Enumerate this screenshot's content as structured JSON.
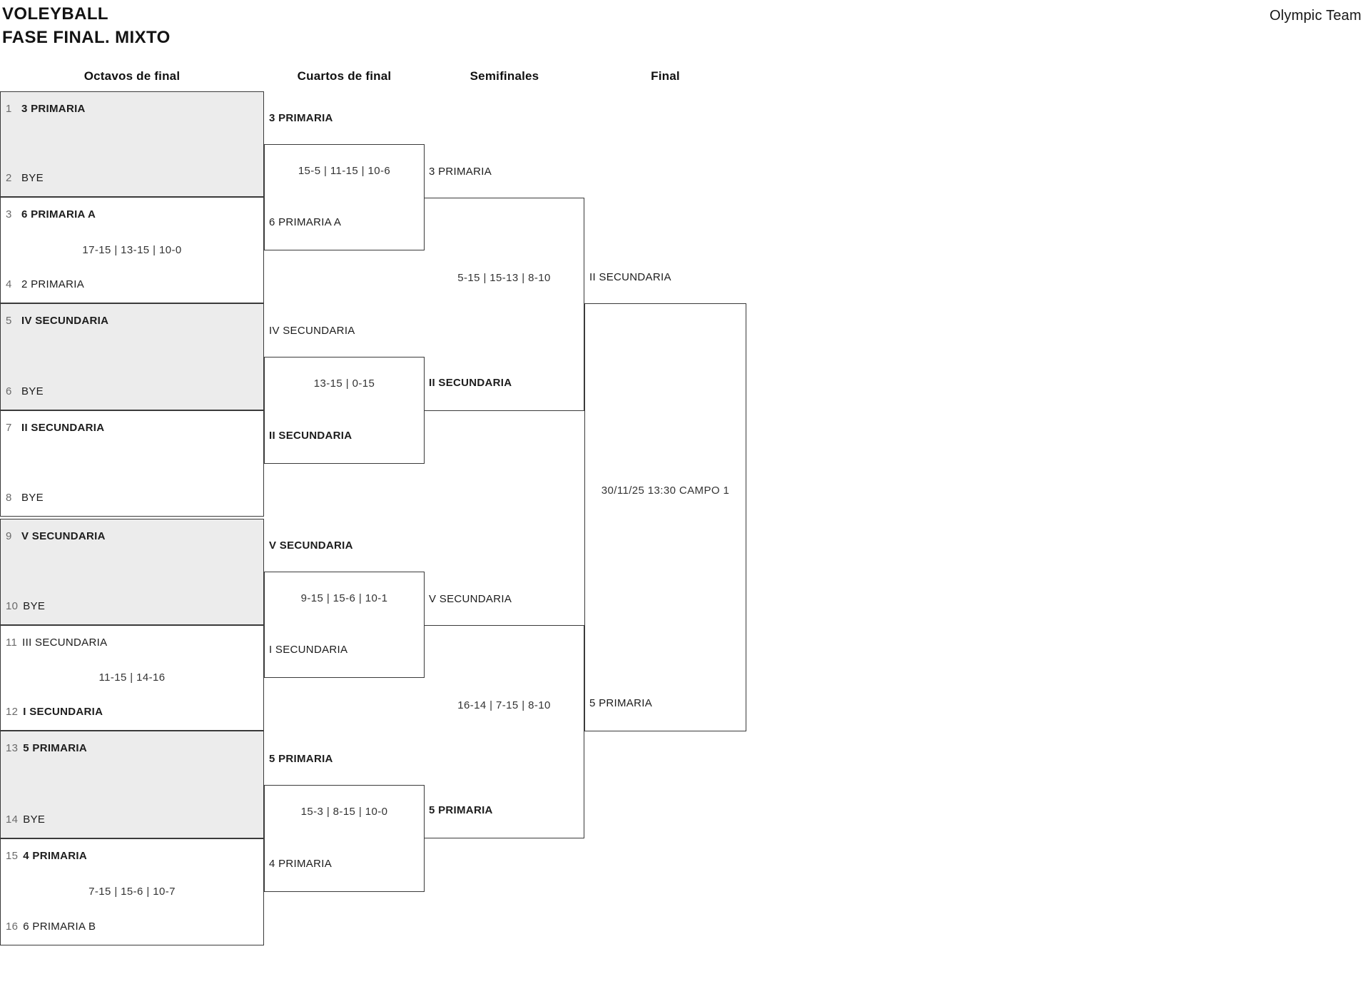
{
  "page": {
    "title_line1": "VOLEYBALL",
    "title_line2": "FASE FINAL. MIXTO",
    "brand": "Olympic Team"
  },
  "round_headers": [
    "Octavos de final",
    "Cuartos de final",
    "Semifinales",
    "Final"
  ],
  "bracket": {
    "r16": [
      {
        "seed_a": "1",
        "team_a": "3 PRIMARIA",
        "a_bold": true,
        "seed_b": "2",
        "team_b": "BYE",
        "b_bold": false,
        "score": ""
      },
      {
        "seed_a": "3",
        "team_a": "6 PRIMARIA A",
        "a_bold": true,
        "seed_b": "4",
        "team_b": "2 PRIMARIA",
        "b_bold": false,
        "score": "17-15 | 13-15 | 10-0"
      },
      {
        "seed_a": "5",
        "team_a": "IV SECUNDARIA",
        "a_bold": true,
        "seed_b": "6",
        "team_b": "BYE",
        "b_bold": false,
        "score": ""
      },
      {
        "seed_a": "7",
        "team_a": "II SECUNDARIA",
        "a_bold": true,
        "seed_b": "8",
        "team_b": "BYE",
        "b_bold": false,
        "score": ""
      },
      {
        "seed_a": "9",
        "team_a": "V SECUNDARIA",
        "a_bold": true,
        "seed_b": "10",
        "team_b": "BYE",
        "b_bold": false,
        "score": ""
      },
      {
        "seed_a": "11",
        "team_a": "III SECUNDARIA",
        "a_bold": false,
        "seed_b": "12",
        "team_b": "I SECUNDARIA",
        "b_bold": true,
        "score": "11-15 | 14-16"
      },
      {
        "seed_a": "13",
        "team_a": "5 PRIMARIA",
        "a_bold": true,
        "seed_b": "14",
        "team_b": "BYE",
        "b_bold": false,
        "score": ""
      },
      {
        "seed_a": "15",
        "team_a": "4 PRIMARIA",
        "a_bold": true,
        "seed_b": "16",
        "team_b": "6 PRIMARIA B",
        "b_bold": false,
        "score": "7-15 | 15-6 | 10-7"
      }
    ],
    "qf": [
      {
        "team_a": "3 PRIMARIA",
        "a_bold": true,
        "team_b": "6 PRIMARIA A",
        "b_bold": false,
        "score": "15-5 | 11-15 | 10-6"
      },
      {
        "team_a": "IV SECUNDARIA",
        "a_bold": false,
        "team_b": "II SECUNDARIA",
        "b_bold": true,
        "score": "13-15 | 0-15"
      },
      {
        "team_a": "V SECUNDARIA",
        "a_bold": true,
        "team_b": "I SECUNDARIA",
        "b_bold": false,
        "score": "9-15 | 15-6 | 10-1"
      },
      {
        "team_a": "5 PRIMARIA",
        "a_bold": true,
        "team_b": "4 PRIMARIA",
        "b_bold": false,
        "score": "15-3 | 8-15 | 10-0"
      }
    ],
    "sf": [
      {
        "team_a": "3 PRIMARIA",
        "a_bold": false,
        "team_b": "II SECUNDARIA",
        "b_bold": true,
        "score": "5-15 | 15-13 | 8-10"
      },
      {
        "team_a": "V SECUNDARIA",
        "a_bold": false,
        "team_b": "5 PRIMARIA",
        "b_bold": true,
        "score": "16-14 | 7-15 | 8-10"
      }
    ],
    "final": {
      "team_a": "II SECUNDARIA",
      "a_bold": false,
      "team_b": "5 PRIMARIA",
      "b_bold": false,
      "score": "30/11/25 13:30 CAMPO 1"
    }
  },
  "colors": {
    "background": "#ffffff",
    "box_border": "#3a3a3a",
    "shaded_box": "#ececec",
    "text": "#1c1c1c",
    "seed": "#6a6a6a",
    "score": "#333333"
  }
}
